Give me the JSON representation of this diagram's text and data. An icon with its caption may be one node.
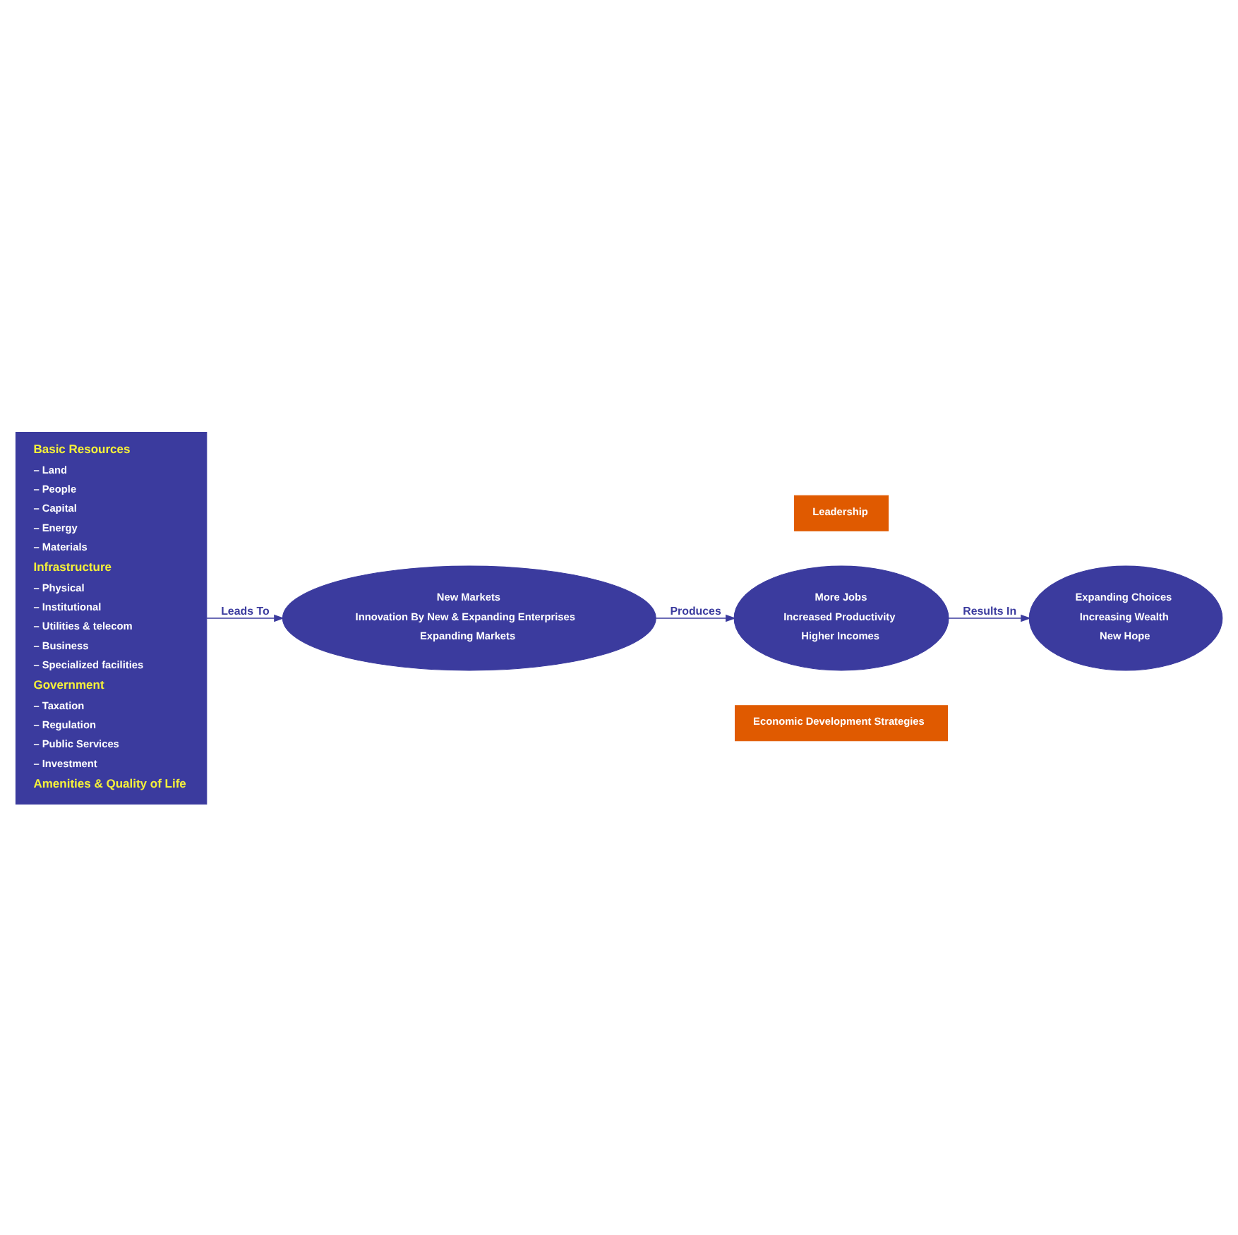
{
  "diagram": {
    "nodes": [
      {
        "text": [
          "Leadership"
        ]
      },
      {
        "text": [
          "Economic Development Strategies"
        ]
      },
      {
        "text": [
          "Basic Resources",
          "– Land",
          "– People",
          "– Capital",
          "– Energy",
          "– Materials",
          "Infrastructure",
          "– Physical",
          "– Institutional",
          "– Utilities & telecom",
          "– Business",
          "– Specialized facilities",
          "Government",
          "– Taxation",
          "– Regulation",
          "– Public Services",
          "– Investment",
          "Amenities & Quality of Life"
        ]
      },
      {
        "text": [
          "New Markets",
          "Innovation By New & Expanding Enterprises",
          "Expanding Markets"
        ]
      },
      {
        "text": [
          "More Jobs",
          "Increased Productivity",
          "Higher Incomes"
        ]
      },
      {
        "text": [
          "Expanding Choices",
          "Increasing Wealth",
          "New Hope"
        ]
      }
    ],
    "edges": [
      {
        "from": 2,
        "to": 3,
        "arrow": "to",
        "label": "Leads To"
      },
      {
        "from": 3,
        "to": 4,
        "arrow": "to",
        "label": "Produces"
      },
      {
        "from": 4,
        "to": 5,
        "arrow": "to",
        "label": "Results In"
      }
    ]
  }
}
